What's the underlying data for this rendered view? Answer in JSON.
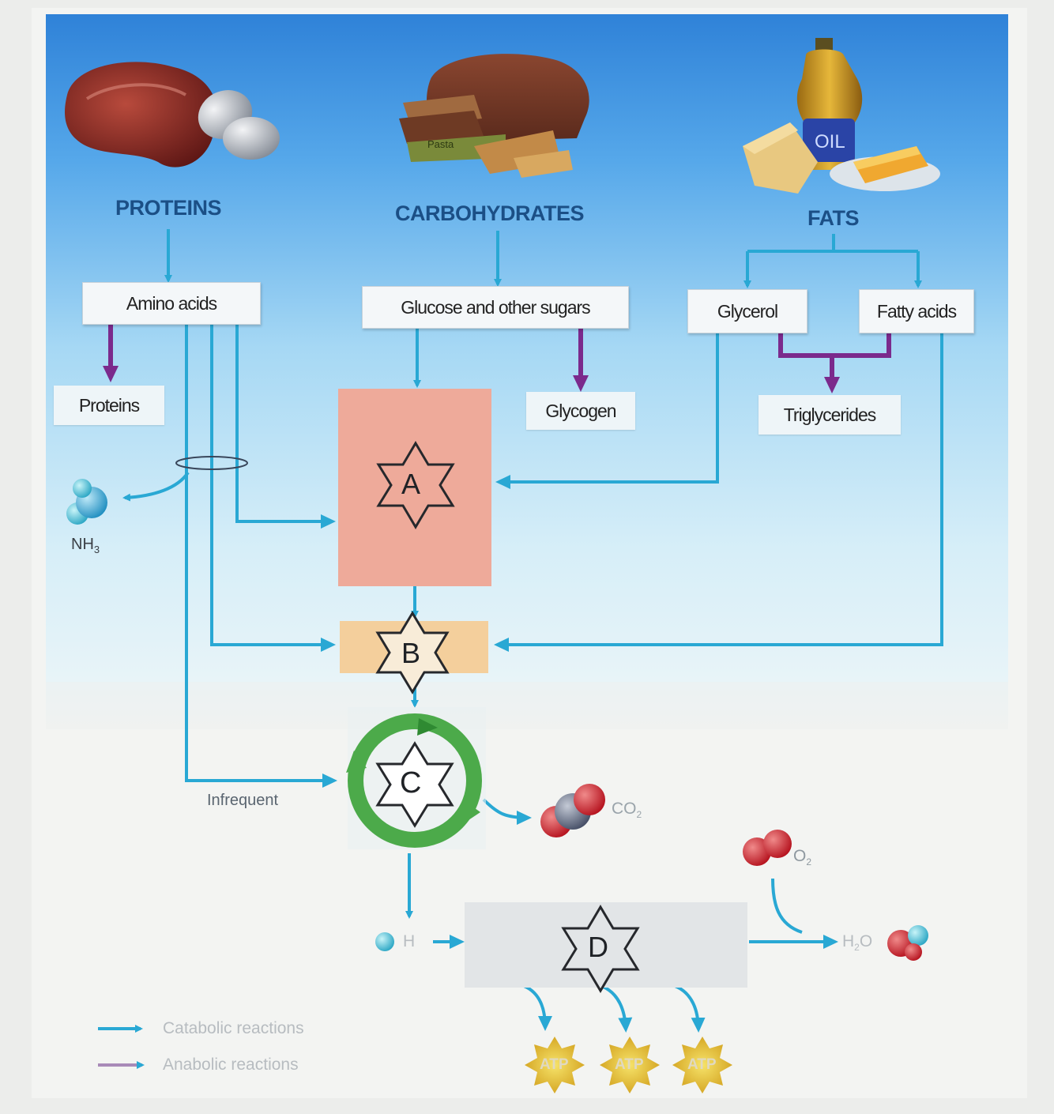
{
  "sources": {
    "proteins": "PROTEINS",
    "carbohydrates": "CARBOHYDRATES",
    "fats": "FATS",
    "bread_tag": "Pasta",
    "oil_label": "OIL"
  },
  "boxes": {
    "amino_acids": "Amino acids",
    "glucose": "Glucose and other sugars",
    "glycerol": "Glycerol",
    "fatty_acids": "Fatty acids",
    "proteins_product": "Proteins",
    "glycogen": "Glycogen",
    "triglycerides": "Triglycerides"
  },
  "stages": {
    "a": "A",
    "b": "B",
    "c": "C",
    "d": "D"
  },
  "labels": {
    "nh3": "NH",
    "nh3_sub": "3",
    "infrequent": "Infrequent",
    "co2": "CO",
    "co2_sub": "2",
    "o2": "O",
    "o2_sub": "2",
    "h": "H",
    "h2o_h": "H",
    "h2o_sub": "2",
    "h2o_o": "O"
  },
  "atp": [
    "ATP",
    "ATP",
    "ATP"
  ],
  "legend": {
    "catabolic": "Catabolic reactions",
    "anabolic": "Anabolic reactions"
  },
  "colors": {
    "catabolic_arrow": "#29a8d4",
    "anabolic_arrow": "#7b2a8c",
    "stage_a_fill": "#eeaa9a",
    "stage_b_fill": "#f4cf9c",
    "cycle_green": "#4caa4a"
  }
}
